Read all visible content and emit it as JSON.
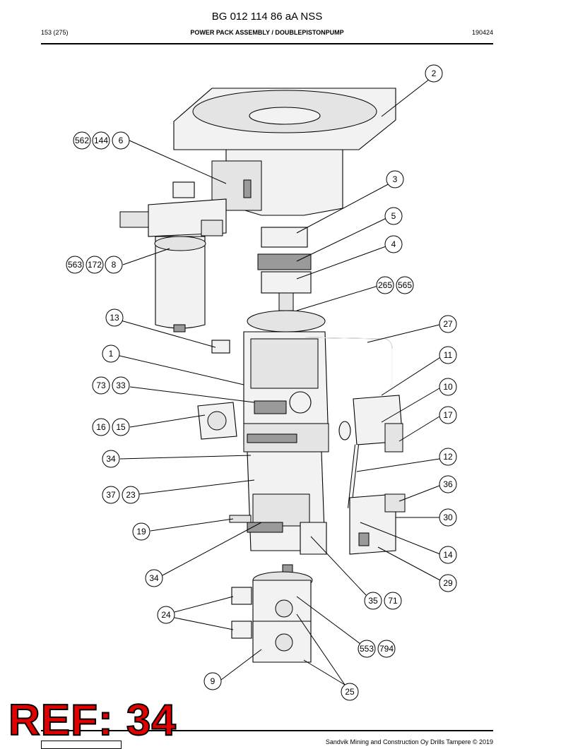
{
  "header": {
    "doc_title": "BG 012 114 86 aA NSS",
    "page": "153 (275)",
    "section": "POWER PACK ASSEMBLY / DOUBLEPISTONPUMP",
    "date_code": "190424"
  },
  "callouts": {
    "c2": "2",
    "c562": "562",
    "c144": "144",
    "c6": "6",
    "c3": "3",
    "c5": "5",
    "c4": "4",
    "c563": "563",
    "c172": "172",
    "c8": "8",
    "c265": "265",
    "c565": "565",
    "c13": "13",
    "c27": "27",
    "c1": "1",
    "c11": "11",
    "c73": "73",
    "c33": "33",
    "c10": "10",
    "c17": "17",
    "c16": "16",
    "c15": "15",
    "c34a": "34",
    "c12": "12",
    "c36": "36",
    "c37": "37",
    "c23": "23",
    "c30": "30",
    "c19": "19",
    "c14": "14",
    "c29": "29",
    "c34b": "34",
    "c35": "35",
    "c71": "71",
    "c24": "24",
    "c553": "553",
    "c794": "794",
    "c9": "9",
    "c25": "25"
  },
  "overlay": {
    "ref_label": "REF: 34"
  },
  "footer": {
    "copyright": "Sandvik Mining and Construction Oy Drills Tampere © 2019"
  }
}
